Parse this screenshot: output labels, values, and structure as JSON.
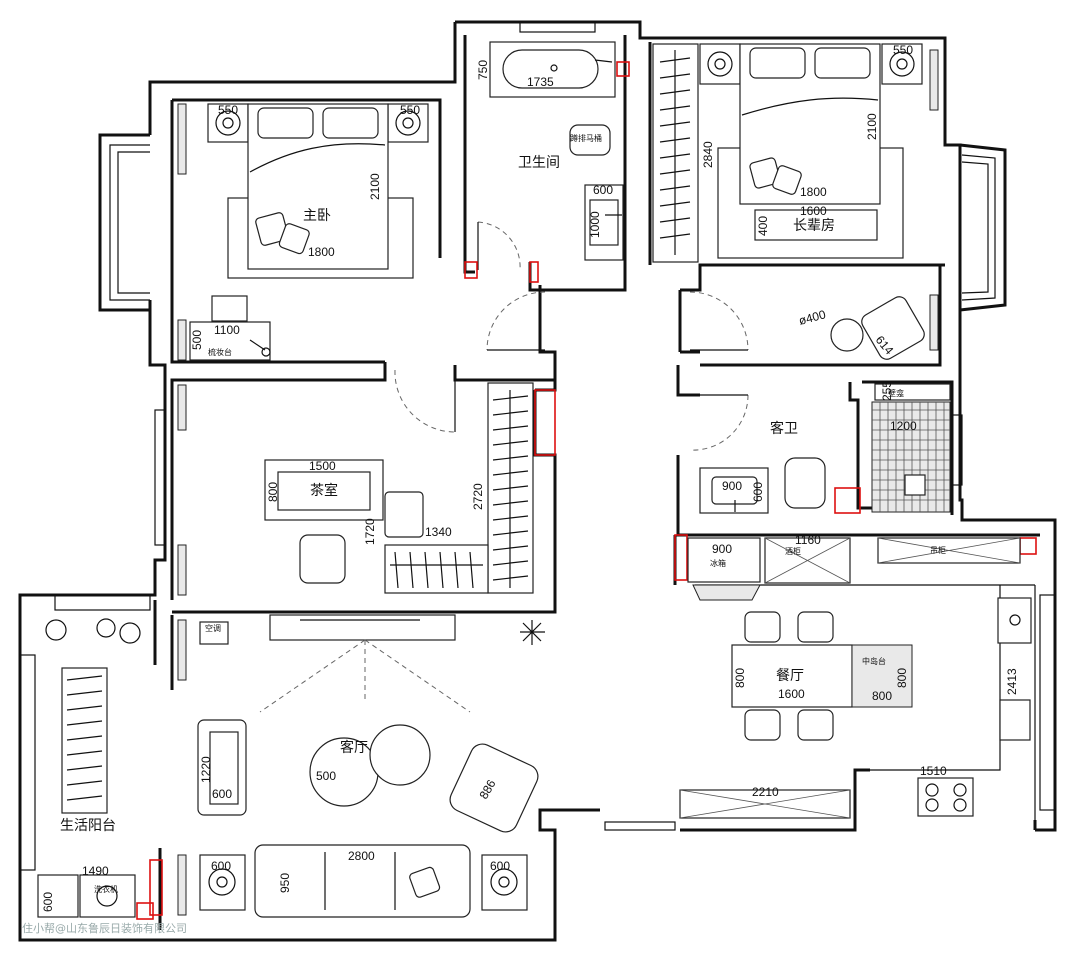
{
  "rooms": {
    "master_bedroom": "主卧",
    "bathroom": "卫生间",
    "elder_room": "长辈房",
    "tea_room": "茶室",
    "guest_bath": "客卫",
    "dining": "餐厅",
    "living": "客厅",
    "balcony": "生活阳台"
  },
  "labels": {
    "toilet": "蹲排马桶",
    "dresser": "梳妆台",
    "fridge": "冰箱",
    "wine_cabinet": "酒柜",
    "tall_cabinet": "吊柜",
    "island": "中岛台",
    "wall_niche": "壁龛",
    "washer": "洗衣机",
    "aircon": "空调"
  },
  "dims": {
    "mb_nightstand_l": "550",
    "mb_nightstand_r": "550",
    "mb_bed_len": "2100",
    "mb_bed_w": "1800",
    "mb_desk_w": "1100",
    "mb_desk_d": "500",
    "tub_d": "750",
    "tub_len": "1735",
    "basin_w": "600",
    "basin_d": "1000",
    "er_nightstand": "550",
    "er_wardrobe": "2840",
    "er_bed_len": "2100",
    "er_bed_w": "1800",
    "er_bench_w": "1600",
    "er_bench_d": "400",
    "er_table": "ø400",
    "er_chair": "614",
    "tea_table_w": "1500",
    "tea_table_d": "800",
    "tea_wardrobe": "2720",
    "tea_shelf": "1720",
    "tea_chair": "1340",
    "gb_niche": "255",
    "gb_shower": "1200",
    "gb_basin_w": "900",
    "gb_basin_d": "600",
    "fridge_w": "900",
    "wine_w": "1160",
    "din_table_w": "1600",
    "din_table_d": "800",
    "island_d": "800",
    "kitchen_len": "2413",
    "stove_w": "1510",
    "tv_cab": "2210",
    "sofa_len": "2800",
    "sofa_d": "950",
    "speaker_l": "600",
    "speaker_r": "600",
    "armchair_len": "1220",
    "armchair_d": "600",
    "coffee_table": "500",
    "lounge": "886",
    "washer_w": "1490",
    "sink_d": "600"
  },
  "watermark": "住小帮@山东鲁辰日装饰有限公司"
}
